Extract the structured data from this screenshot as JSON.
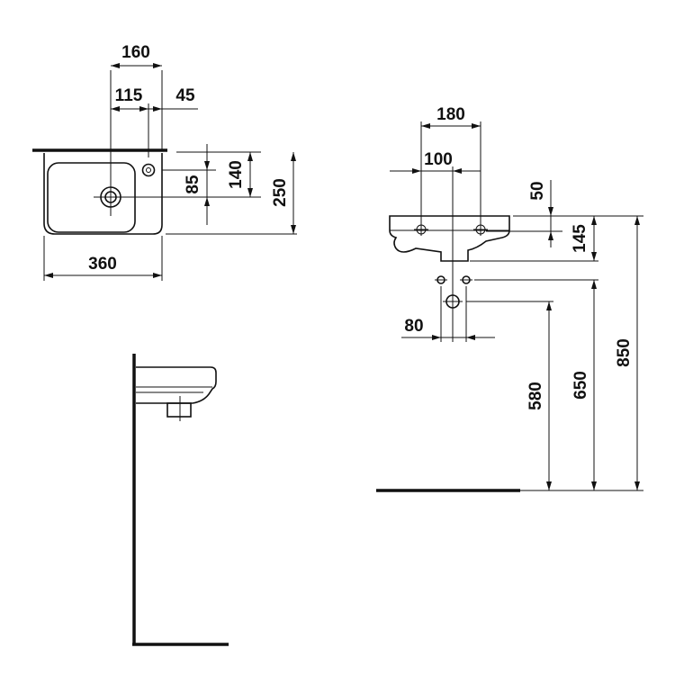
{
  "top_view": {
    "dim_overall_width": "160",
    "dim_tap_offset": "115",
    "dim_tap_edge": "45",
    "dim_drain_offset": "85",
    "dim_tap_depth": "140",
    "dim_depth": "250",
    "dim_width": "360"
  },
  "front_view": {
    "dim_fixing_outer": "180",
    "dim_fixing_inner": "100",
    "dim_rim": "50",
    "dim_height": "145",
    "dim_supply_spacing": "80",
    "dim_supply_height": "580",
    "dim_drain_height": "650",
    "dim_rim_height": "850"
  }
}
